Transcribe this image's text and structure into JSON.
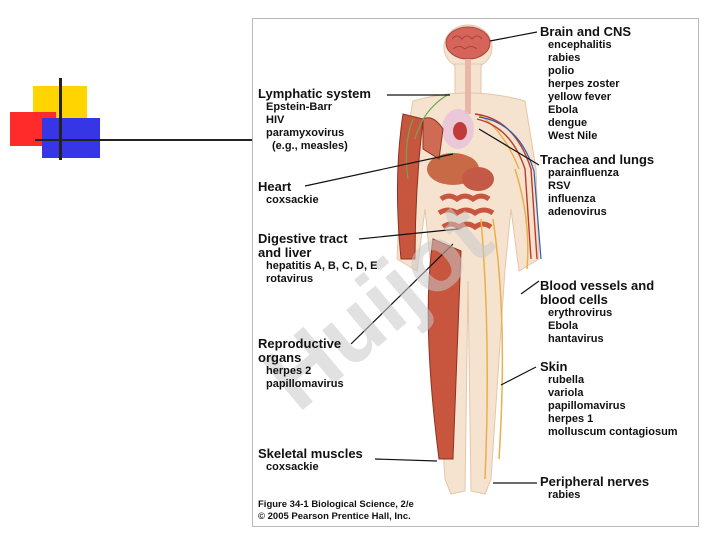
{
  "watermark": "Huijot",
  "labels": {
    "brain": {
      "title": "Brain and CNS",
      "items": [
        "encephalitis",
        "rabies",
        "polio",
        "herpes zoster",
        "yellow fever",
        "Ebola",
        "dengue",
        "West Nile"
      ]
    },
    "lymph": {
      "title": "Lymphatic system",
      "items": [
        "Epstein-Barr",
        "HIV",
        "paramyxovirus",
        "(e.g., measles)"
      ]
    },
    "heart": {
      "title": "Heart",
      "items": [
        "coxsackie"
      ]
    },
    "trachea": {
      "title": "Trachea and lungs",
      "items": [
        "parainfluenza",
        "RSV",
        "influenza",
        "adenovirus"
      ]
    },
    "digestive": {
      "title": "Digestive tract",
      "title2": "and liver",
      "items": [
        "hepatitis A, B, C, D, E",
        "rotavirus"
      ]
    },
    "blood": {
      "title": "Blood vessels and",
      "title2": "blood cells",
      "items": [
        "erythrovirus",
        "Ebola",
        "hantavirus"
      ]
    },
    "repro": {
      "title": "Reproductive",
      "title2": "organs",
      "items": [
        "herpes 2",
        "papillomavirus"
      ]
    },
    "skin": {
      "title": "Skin",
      "items": [
        "rubella",
        "variola",
        "papillomavirus",
        "herpes 1",
        "molluscum contagiosum"
      ]
    },
    "skeletal": {
      "title": "Skeletal muscles",
      "items": [
        "coxsackie"
      ]
    },
    "nerves": {
      "title": "Peripheral nerves",
      "items": [
        "rabies"
      ]
    }
  },
  "caption": [
    "Figure 34-1 Biological Science, 2/e",
    "© 2005 Pearson Prentice Hall, Inc."
  ],
  "colors": {
    "muscle": "#c8553d",
    "body": "#f6e3cf",
    "nerve": "#e8b04a",
    "watermark_gray": "#c9c9c9",
    "watermark_purple": "#a98de0"
  }
}
